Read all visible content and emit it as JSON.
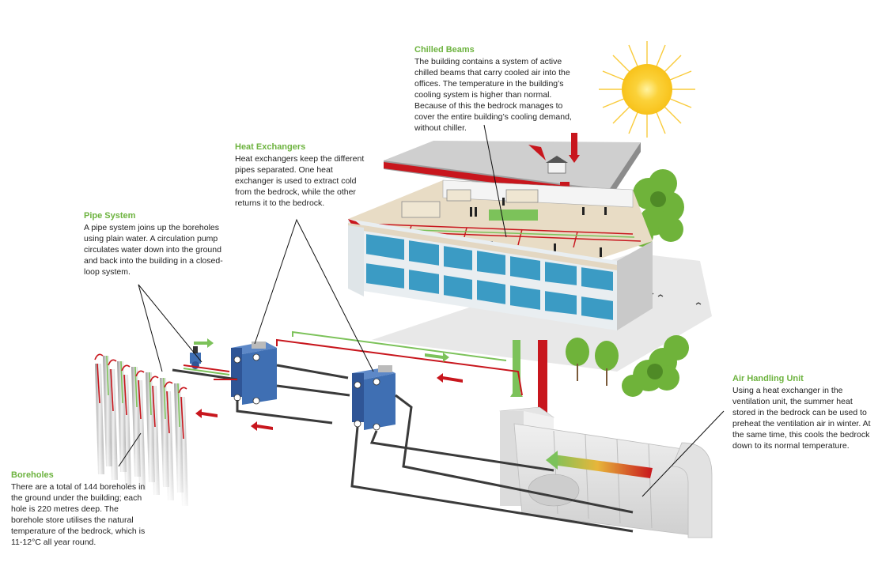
{
  "callouts": {
    "chilled_beams": {
      "title": "Chilled Beams",
      "text": "The building contains a system of active chilled beams that carry cooled air into the offices. The temperature in the building’s cooling system is higher than normal. Because of this the bedrock manages to cover the entire building’s cooling demand, without chiller."
    },
    "heat_exchangers": {
      "title": "Heat Exchangers",
      "text": "Heat exchangers keep the different pipes separated. One heat exchanger is used to extract cold from the bedrock, while the other returns it to the bedrock."
    },
    "pipe_system": {
      "title": "Pipe System",
      "text": "A pipe system joins up the boreholes using plain water. A circulation pump circulates water down into the ground and back into the building in a closed-loop system."
    },
    "air_handling_unit": {
      "title": "Air Handling Unit",
      "text": "Using a heat exchanger in the ventilation unit, the summer heat stored in the bedrock can be used to preheat the ventilation air in winter. At the same time, this cools the bedrock down to its normal temperature."
    },
    "boreholes": {
      "title": "Boreholes",
      "text": "There are a total of 144 boreholes in the ground under the building; each hole is 220 metres deep. The borehole store utilises the natural temperature of the bedrock, which is 11-12°C all year round."
    }
  },
  "colors": {
    "title_green": "#6db33f",
    "warm_red": "#c8161d",
    "cool_green": "#7cc25a",
    "glass_blue": "#3b9bc4",
    "exchanger_blue": "#3f6fb3",
    "pipe_dark": "#3a3a3a",
    "tree_green": "#6fb33a",
    "sun_yellow": "#f8c21a"
  }
}
